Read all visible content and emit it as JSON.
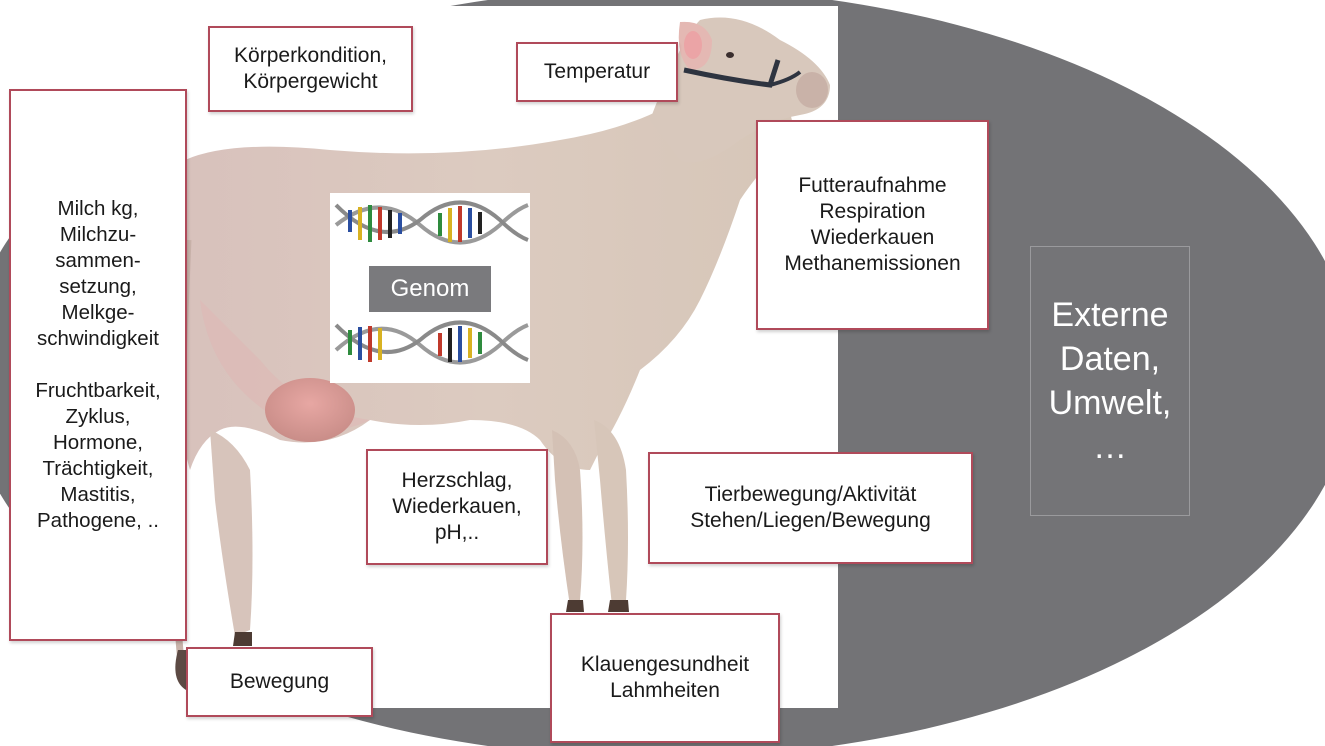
{
  "diagram": {
    "genome_label": "Genom",
    "external_data_label": "Externe\nDaten,\nUmwelt,\n…",
    "boxes": {
      "body_condition": "Körperkondition,\nKörpergewicht",
      "temperature": "Temperatur",
      "milk_fertility": "Milch kg,\nMilchzu-\nsammen-\nsetzung,\nMelkge-\nschwindigkeit\n\nFruchtbarkeit,\nZyklus,\nHormone,\nTrächtigkeit,\nMastitis,\nPathogene, ..",
      "feed_intake": "Futteraufnahme\nRespiration\nWiederkauen\nMethanemissionen",
      "heartbeat": "Herzschlag,\nWiederkauen,\npH,..",
      "activity": "Tierbewegung/Aktivität\nStehen/Liegen/Bewegung",
      "movement": "Bewegung",
      "claw_health": "Klauengesundheit\nLahmheiten"
    },
    "colors": {
      "ellipse": "#737376",
      "box_border": "#b04a5a",
      "cow_body": "#d9c9bf"
    },
    "icons": [
      "cow-image",
      "dna-helix-icon"
    ]
  }
}
